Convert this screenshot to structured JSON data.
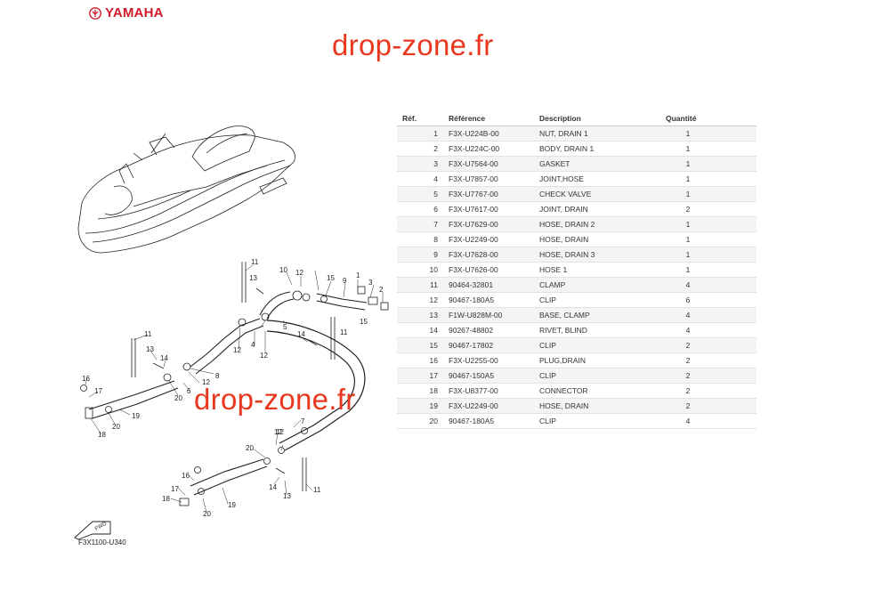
{
  "brand": {
    "name": "YAMAHA"
  },
  "watermark": "drop-zone.fr",
  "diagram": {
    "code": "F3X1100-U340",
    "fwd_label": "FWD",
    "callouts": [
      "11",
      "10",
      "12",
      "13",
      "15",
      "9",
      "1",
      "3",
      "2",
      "4",
      "5",
      "12",
      "12",
      "14",
      "11",
      "11",
      "15",
      "13",
      "14",
      "12",
      "20",
      "6",
      "8",
      "16",
      "17",
      "18",
      "20",
      "19",
      "7",
      "20",
      "12",
      "13",
      "14",
      "11",
      "16",
      "17",
      "18",
      "20",
      "19",
      "12"
    ]
  },
  "table": {
    "headers": {
      "ref": "Réf.",
      "code": "Référence",
      "desc": "Description",
      "qty": "Quantité"
    },
    "rows": [
      {
        "ref": "1",
        "code": "F3X-U224B-00",
        "desc": "NUT, DRAIN 1",
        "qty": "1"
      },
      {
        "ref": "2",
        "code": "F3X-U224C-00",
        "desc": "BODY, DRAIN 1",
        "qty": "1"
      },
      {
        "ref": "3",
        "code": "F3X-U7564-00",
        "desc": "GASKET",
        "qty": "1"
      },
      {
        "ref": "4",
        "code": "F3X-U7857-00",
        "desc": "JOINT,HOSE",
        "qty": "1"
      },
      {
        "ref": "5",
        "code": "F3X-U7767-00",
        "desc": "CHECK VALVE",
        "qty": "1"
      },
      {
        "ref": "6",
        "code": "F3X-U7617-00",
        "desc": "JOINT, DRAIN",
        "qty": "2"
      },
      {
        "ref": "7",
        "code": "F3X-U7629-00",
        "desc": "HOSE, DRAIN 2",
        "qty": "1"
      },
      {
        "ref": "8",
        "code": "F3X-U2249-00",
        "desc": "HOSE, DRAIN",
        "qty": "1"
      },
      {
        "ref": "9",
        "code": "F3X-U7628-00",
        "desc": "HOSE, DRAIN 3",
        "qty": "1"
      },
      {
        "ref": "10",
        "code": "F3X-U7626-00",
        "desc": "HOSE 1",
        "qty": "1"
      },
      {
        "ref": "11",
        "code": "90464-32801",
        "desc": "CLAMP",
        "qty": "4"
      },
      {
        "ref": "12",
        "code": "90467-180A5",
        "desc": "CLIP",
        "qty": "6"
      },
      {
        "ref": "13",
        "code": "F1W-U828M-00",
        "desc": "BASE, CLAMP",
        "qty": "4"
      },
      {
        "ref": "14",
        "code": "90267-48802",
        "desc": "RIVET, BLIND",
        "qty": "4"
      },
      {
        "ref": "15",
        "code": "90467-17802",
        "desc": "CLIP",
        "qty": "2"
      },
      {
        "ref": "16",
        "code": "F3X-U2255-00",
        "desc": "PLUG,DRAIN",
        "qty": "2"
      },
      {
        "ref": "17",
        "code": "90467-150A5",
        "desc": "CLIP",
        "qty": "2"
      },
      {
        "ref": "18",
        "code": "F3X-U8377-00",
        "desc": "CONNECTOR",
        "qty": "2"
      },
      {
        "ref": "19",
        "code": "F3X-U2249-00",
        "desc": "HOSE, DRAIN",
        "qty": "2"
      },
      {
        "ref": "20",
        "code": "90467-180A5",
        "desc": "CLIP",
        "qty": "4"
      }
    ]
  }
}
